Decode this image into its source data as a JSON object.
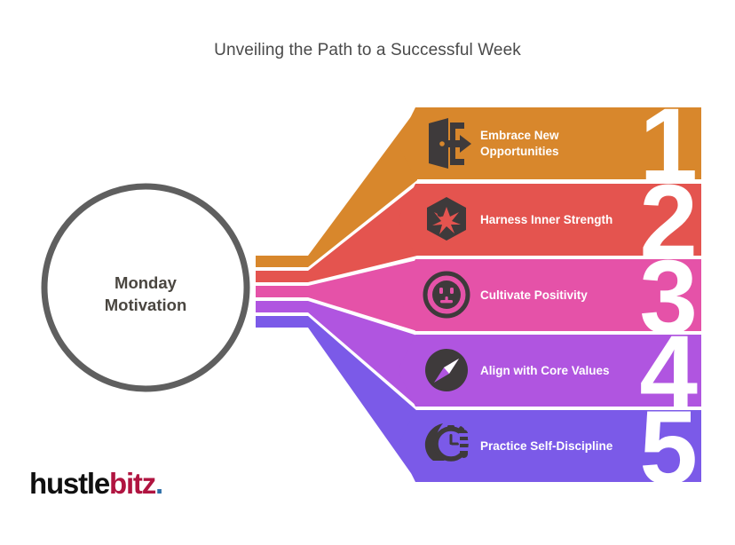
{
  "title": "Unveiling the Path to a Successful Week",
  "hub": {
    "line1": "Monday",
    "line2": "Motivation",
    "ring_color": "#5f5f5f"
  },
  "steps": [
    {
      "number": "1",
      "label_line1": "Embrace New",
      "label_line2": "Opportunities",
      "color": "#d8872c",
      "icon": "door-exit-icon"
    },
    {
      "number": "2",
      "label_line1": "Harness Inner Strength",
      "label_line2": "",
      "color": "#e4544f",
      "icon": "hexagon-burst-icon"
    },
    {
      "number": "3",
      "label_line1": "Cultivate Positivity",
      "label_line2": "",
      "color": "#e552a8",
      "icon": "smiley-face-icon"
    },
    {
      "number": "4",
      "label_line1": "Align with Core Values",
      "label_line2": "",
      "color": "#b055e0",
      "icon": "compass-icon"
    },
    {
      "number": "5",
      "label_line1": "Practice Self-Discipline",
      "label_line2": "",
      "color": "#7b5ae8",
      "icon": "hand-stopwatch-icon"
    }
  ],
  "logo": {
    "part1": "hustle",
    "part2": "bitz",
    "dot": "."
  }
}
